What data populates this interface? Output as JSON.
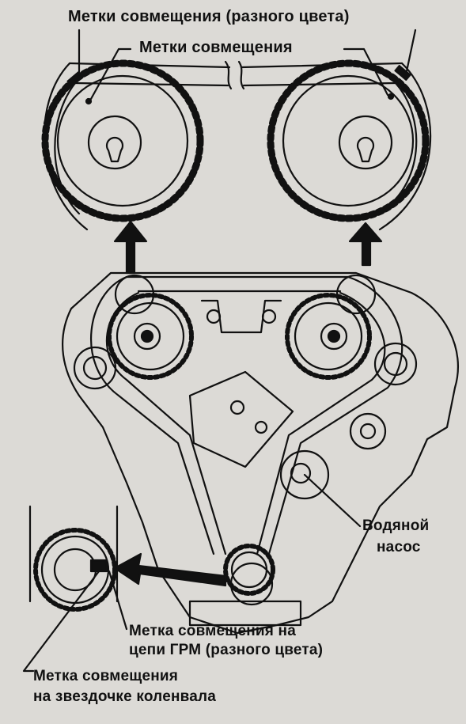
{
  "labels": {
    "top_marks_colored": "Метки совмещения (разного цвета)",
    "top_marks": "Метки совмещения",
    "water_pump_line1": "Водяной",
    "water_pump_line2": "насос",
    "chain_mark_line1": "Метка совмещения на",
    "chain_mark_line2": "цепи ГРМ (разного цвета)",
    "crank_mark_line1": "Метка совмещения",
    "crank_mark_line2": "на звездочке коленвала"
  },
  "colors": {
    "background": "#dcdad6",
    "ink": "#111111"
  }
}
